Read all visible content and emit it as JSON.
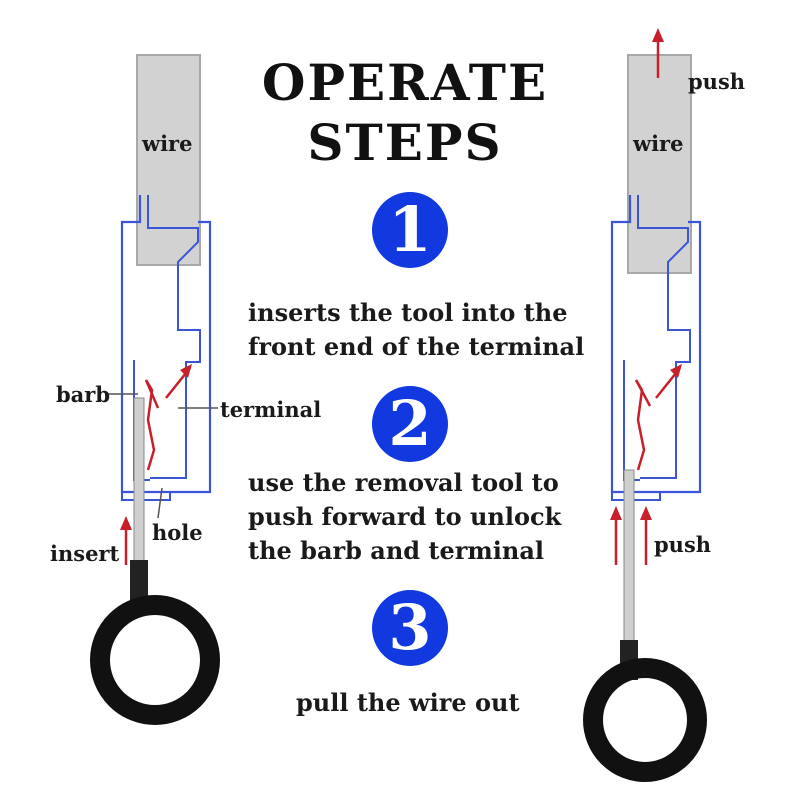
{
  "title_line1": "OPERATE",
  "title_line2": "STEPS",
  "steps": [
    {
      "number": "1",
      "lines": [
        "inserts the tool into the",
        "front end of the terminal"
      ]
    },
    {
      "number": "2",
      "lines": [
        "use the removal tool to",
        "push forward to unlock",
        "the barb and terminal"
      ]
    },
    {
      "number": "3",
      "lines": [
        "pull the wire out"
      ]
    }
  ],
  "left_labels": {
    "wire": "wire",
    "barb": "barb",
    "terminal": "terminal",
    "hole": "hole",
    "insert": "insert"
  },
  "right_labels": {
    "wire": "wire",
    "push_top": "push",
    "push_bottom": "push"
  },
  "colors": {
    "accent_blue": "#1238e0",
    "outline_blue": "#3a55d8",
    "arrow_red": "#c8202a",
    "ring_black": "#111111",
    "wire_gray": "#cfcfcf"
  }
}
